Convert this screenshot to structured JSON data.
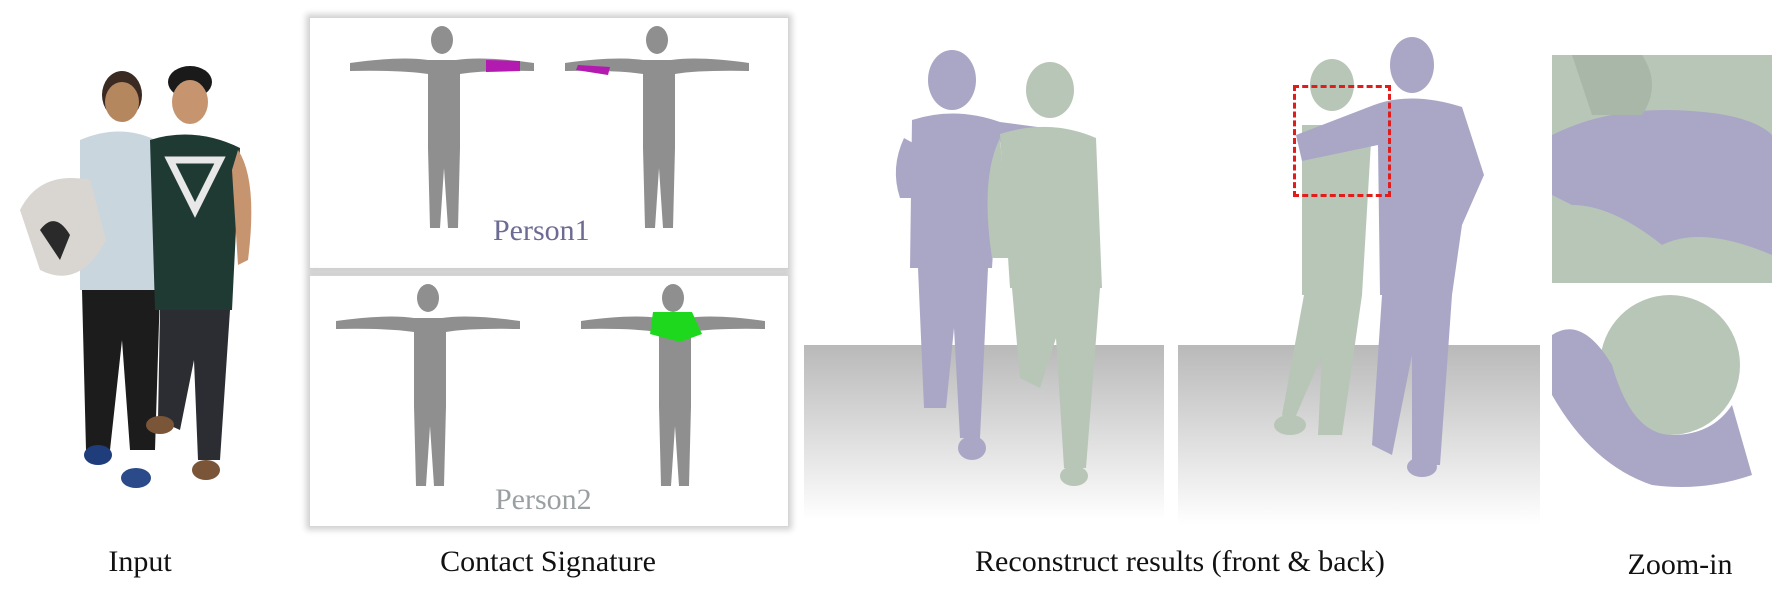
{
  "captions": {
    "input": "Input",
    "contact": "Contact Signature",
    "results": "Reconstruct results (front & back)",
    "zoom": "Zoom-in"
  },
  "contact_panels": {
    "person1": {
      "label": "Person1",
      "label_color": "#6b6b93",
      "contact_color": "#b21ab0"
    },
    "person2": {
      "label": "Person2",
      "label_color": "#9aa0a2",
      "contact_color": "#1ed81e"
    }
  },
  "colors": {
    "body_gray": "#8f8f8f",
    "mesh_person1": "#aaa7c6",
    "mesh_person2": "#b8c6b8",
    "highlight_box": "#e21b1b"
  }
}
